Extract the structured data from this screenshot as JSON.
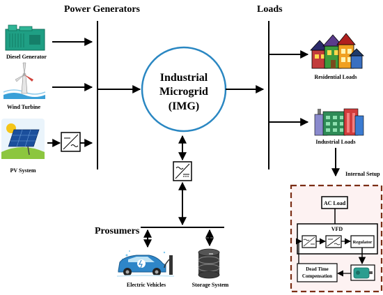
{
  "headings": {
    "power_generators": "Power Generators",
    "loads": "Loads",
    "prosumers": "Prosumers"
  },
  "center": {
    "line1": "Industrial",
    "line2": "Microgrid",
    "line3": "(IMG)"
  },
  "generators": {
    "diesel": "Diesel Generator",
    "wind": "Wind Turbine",
    "pv": "PV System"
  },
  "loads": {
    "residential": "Residential Loads",
    "industrial": "Industrial Loads",
    "internal_setup": "Internal Setup"
  },
  "prosumers": {
    "ev": "Electric Vehicles",
    "storage": "Storage System"
  },
  "setup": {
    "ac_load": "AC Load",
    "vfd": "VFD",
    "regulator": "Regulator",
    "dead_time_1": "Dead Time",
    "dead_time_2": "Compensation"
  },
  "colors": {
    "circle": "#2a87c2",
    "dashed_border": "#7b2d14",
    "setup_bg": "#fdf2f2",
    "diesel": "#1f9f84",
    "ev_body": "#2e86c8",
    "industrial_building": "#2e8b57"
  },
  "icons": {
    "converter": "dc-ac-converter-icon",
    "diesel": "diesel-generator-icon",
    "wind": "wind-turbine-icon",
    "pv": "solar-panel-icon",
    "residential": "houses-icon",
    "industrial": "factory-icon",
    "ev": "electric-car-icon",
    "storage": "database-storage-icon",
    "motor": "motor-icon"
  }
}
